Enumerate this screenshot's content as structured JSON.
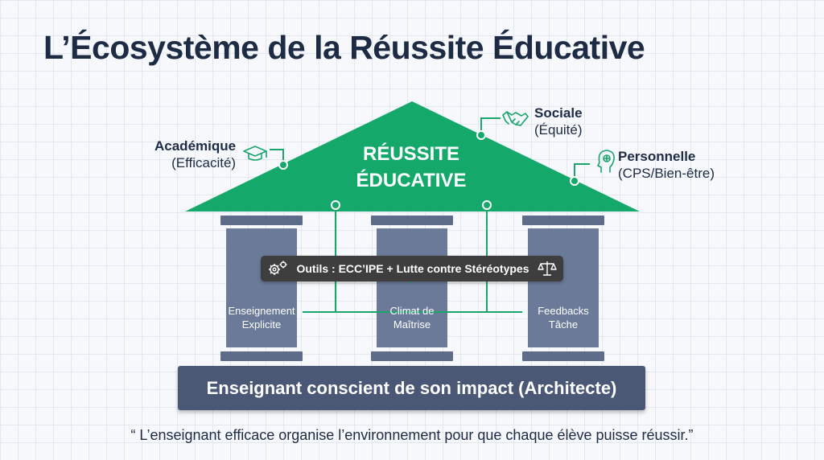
{
  "title": "L’Écosystème de la Réussite Éducative",
  "roof": {
    "line1": "RÉUSSITE",
    "line2": "ÉDUCATIVE"
  },
  "dimensions": {
    "academique": {
      "title": "Académique",
      "subtitle": "(Efficacité)",
      "icon": "graduation-cap-icon"
    },
    "sociale": {
      "title": "Sociale",
      "subtitle": "(Équité)",
      "icon": "handshake-icon"
    },
    "personnelle": {
      "title": "Personnelle",
      "subtitle": "(CPS/Bien-être)",
      "icon": "brain-head-icon"
    }
  },
  "tools": {
    "label": "Outils : ECC’IPE + Lutte contre Stéréotypes",
    "icon_left": "gears-icon",
    "icon_right": "scales-icon"
  },
  "pillars": [
    {
      "line1": "Enseignement",
      "line2": "Explicite"
    },
    {
      "line1": "Climat de",
      "line2": "Maîtrise"
    },
    {
      "line1": "Feedbacks",
      "line2": "Tâche"
    }
  ],
  "foundation": "Enseignant conscient de son impact (Architecte)",
  "quote": "“ L’enseignant efficace organise l’environnement pour que chaque élève puisse réussir.”",
  "colors": {
    "roof": "#14a86b",
    "pillar": "#6a7a98",
    "pillar_cap": "#5d6c89",
    "connector": "#1aa56c",
    "foundation": "#4a5876",
    "tools_bar": "#3e3e3e",
    "title_text": "#1d2b44"
  }
}
